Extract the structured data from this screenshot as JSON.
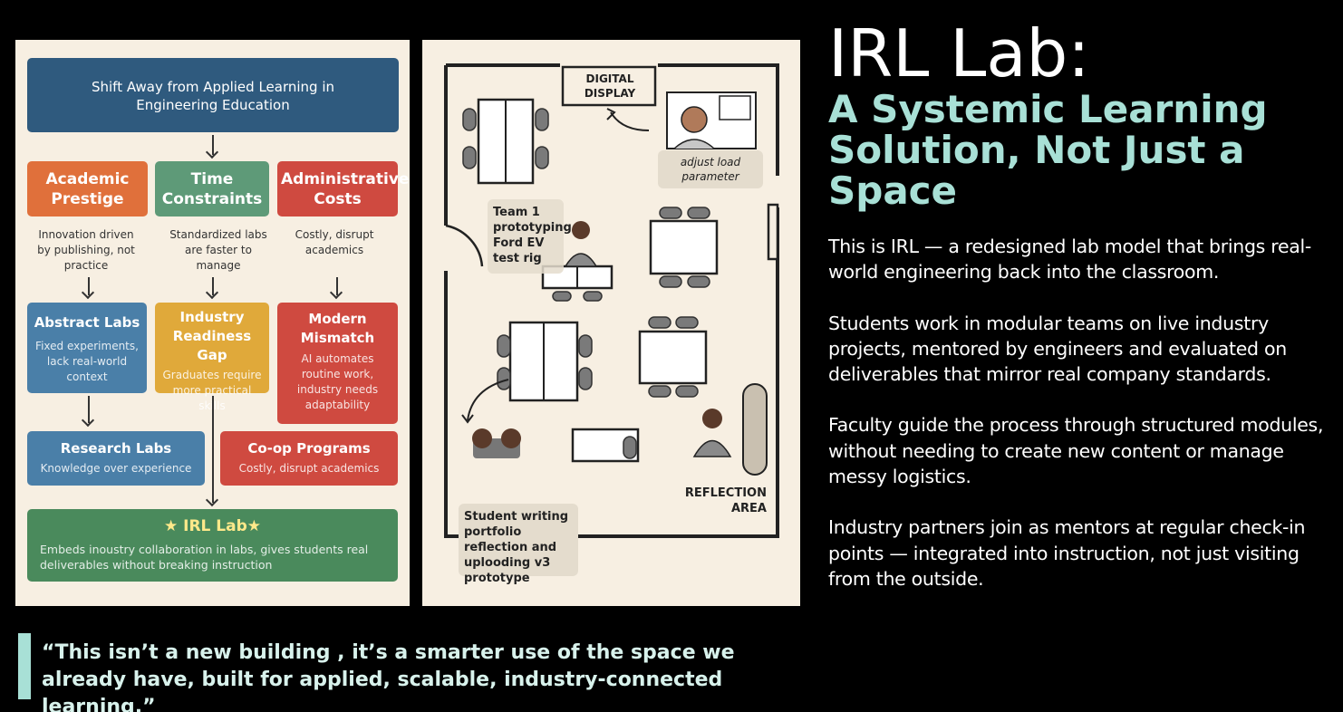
{
  "slide": {
    "title": "IRL Lab:",
    "subtitle": "A Systemic Learning Solution, Not Just a Space",
    "paragraphs": [
      "This is IRL — a redesigned lab model that brings real-world engineering back into the classroom.",
      "Students work in modular teams on live industry projects, mentored by engineers and evaluated on deliverables that mirror real company standards.",
      "Faculty guide the process through structured modules, without needing to create new content or manage messy logistics.",
      "Industry partners join as mentors at regular check-in points — integrated into instruction, not just visiting from the outside."
    ],
    "quote": "“This isn’t a new building , it’s a smarter use of the space we already have, built for applied, scalable, industry-connected learning.”"
  },
  "flowchart": {
    "header": "Shift Away from Applied Learning in Engineering Education",
    "causes": [
      {
        "title": "Academic Prestige",
        "note": "Innovation driven by publishing, not practice"
      },
      {
        "title": "Time Constraints",
        "note": "Standardized labs are faster to manage"
      },
      {
        "title": "Administrative Costs",
        "note": "Costly, disrupt academics"
      }
    ],
    "effects": [
      {
        "title": "Abstract Labs",
        "desc": "Fixed experiments, lack real-world context"
      },
      {
        "title": "Industry Readiness Gap",
        "desc": "Graduates require more practical skills"
      },
      {
        "title": "Modern Mismatch",
        "desc": "AI automates routine work, industry needs adaptability"
      }
    ],
    "research": {
      "title": "Research Labs",
      "desc": "Knowledge over experience"
    },
    "coop": {
      "title": "Co-op Programs",
      "desc": "Costly, disrupt academics"
    },
    "irl": {
      "title": "★ IRL Lab★",
      "desc": "Embeds inoustry collaboration in labs, gives students real deliverables without breaking instruction"
    }
  },
  "floorplan": {
    "digital_display": "DIGITAL DISPLAY",
    "display_caption": "adjust load parameter",
    "team": "Team 1 prototyping Ford EV test rig",
    "student": "Student writing portfolio reflection and uplooding v3 prototype",
    "reflection": "REFLECTION AREA"
  },
  "colors": {
    "teal": "#a8e0d6",
    "navy": "#2f5a7e",
    "orange": "#e0703b",
    "green": "#5e9a78",
    "red": "#cf4a40",
    "blue": "#4a7fa8",
    "gold": "#e0a93a",
    "darkgreen": "#4a8a5c"
  }
}
